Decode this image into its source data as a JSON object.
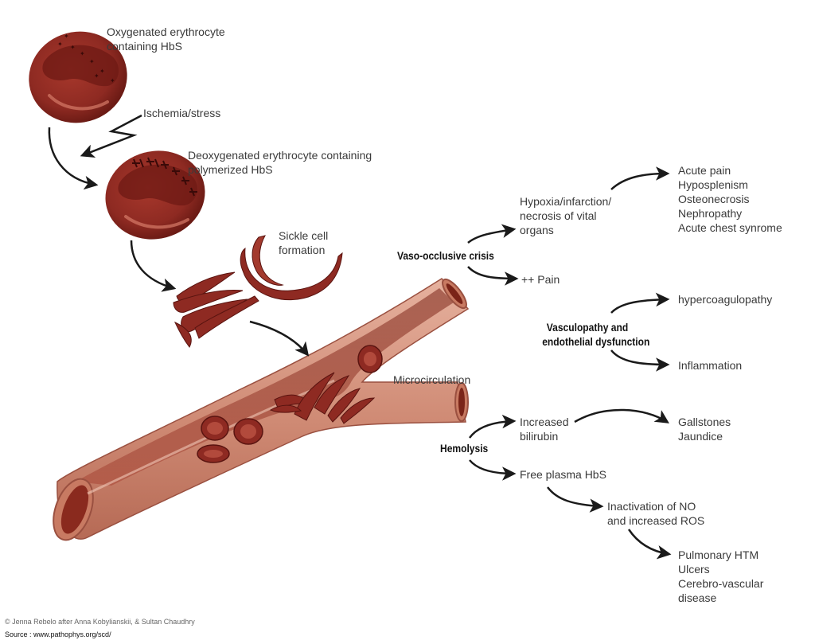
{
  "labels": {
    "oxygenated": [
      "Oxygenated erythrocyte",
      "containing HbS"
    ],
    "ischemia": "Ischemia/stress",
    "deoxygenated": [
      "Deoxygenated erythrocyte containing",
      "polymerized HbS"
    ],
    "sickle": [
      "Sickle cell",
      "formation"
    ],
    "microcirculation": "Microcirculation",
    "vaso": "Vaso-occlusive crisis",
    "hypoxia": [
      "Hypoxia/infarction/",
      "necrosis of vital",
      "organs"
    ],
    "pain": "++ Pain",
    "complications": [
      "Acute pain",
      "Hyposplenism",
      "Osteonecrosis",
      "Nephropathy",
      "Acute chest synrome"
    ],
    "vasculopathy": [
      "Vasculopathy and",
      "endothelial dysfunction"
    ],
    "hypercoag": "hypercoagulopathy",
    "inflammation": "Inflammation",
    "hemolysis": "Hemolysis",
    "bilirubin": [
      "Increased",
      "bilirubin"
    ],
    "gallstones": [
      "Gallstones",
      "Jaundice"
    ],
    "freehbs": "Free plasma HbS",
    "no": [
      "Inactivation of NO",
      "and increased ROS"
    ],
    "pulmonary": [
      "Pulmonary HTM",
      "Ulcers",
      "Cerebro-vascular",
      "disease"
    ]
  },
  "credit": "© Jenna Rebelo after Anna Kobylianskii, & Sultan Chaudhry",
  "source": "Source : www.pathophys.org/scd/",
  "colors": {
    "cell": "#8e2a22",
    "cell_dark": "#5a1410",
    "cell_light": "#c45a4a",
    "vessel": "#d89a86",
    "vessel_dark": "#7a2a1e",
    "arrow": "#1a1a1a"
  }
}
